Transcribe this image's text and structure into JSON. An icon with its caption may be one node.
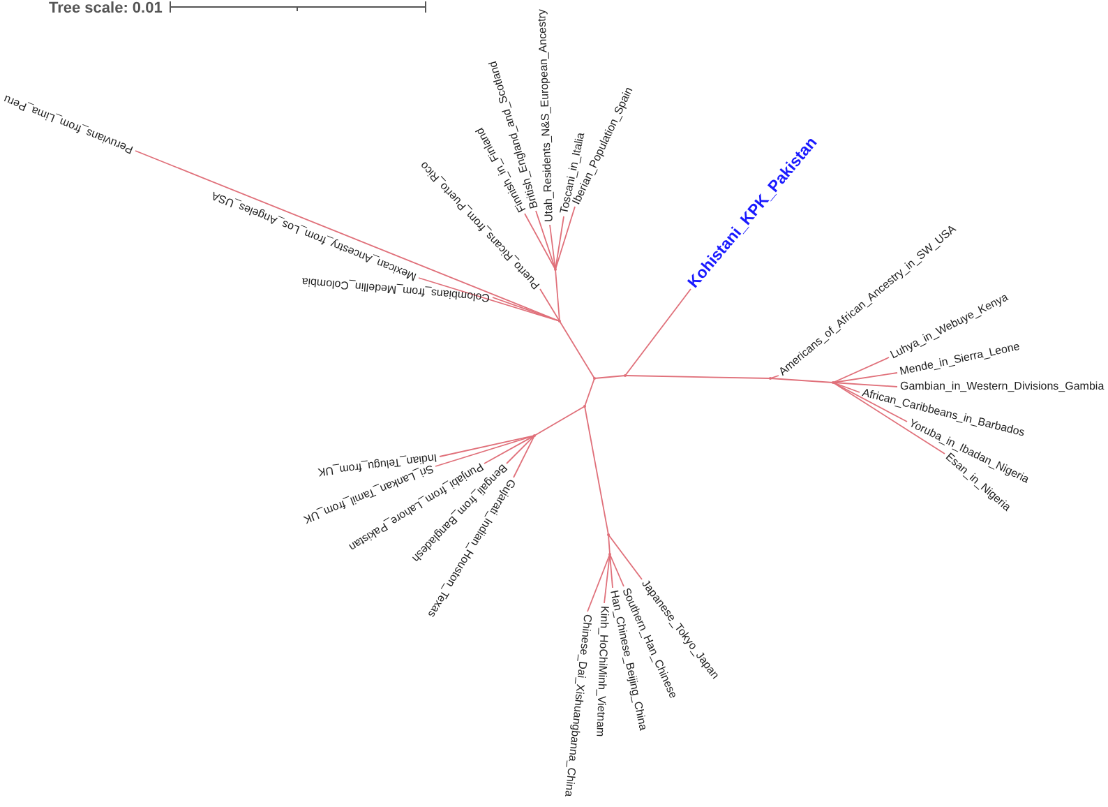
{
  "diagram": {
    "nodes": [
      {
        "text": [
          "Peruvians_from_Lima_Peru"
        ]
      },
      {
        "text": [
          "Mexican_Ancestry_from_Los_Angeles_USA"
        ]
      },
      {
        "text": [
          "Colombians_from_Medellin_Colombia"
        ]
      },
      {
        "text": [
          "Puerto_Ricans_from_Puerto_Rico"
        ]
      },
      {
        "text": [
          "Finnish_in_Finland"
        ]
      },
      {
        "text": [
          "British_England_and_Scotland"
        ]
      },
      {
        "text": [
          "Utah_Residents_N&S_European_Ancestry"
        ]
      },
      {
        "text": [
          "Toscani_in_Italia"
        ]
      },
      {
        "text": [
          "Iberian_Population_Spain"
        ]
      },
      {
        "text": [
          "Kohistani_KPK_Pakistan"
        ]
      },
      {
        "text": [
          "Americans_of_African_Ancestry_in_SW_USA"
        ]
      },
      {
        "text": [
          "Luhya_in_Webuye_Kenya"
        ]
      },
      {
        "text": [
          "Mende_in_Sierra_Leone"
        ]
      },
      {
        "text": [
          "Gambian_in_Western_Divisions_Gambia"
        ]
      },
      {
        "text": [
          "African_Caribbeans_in_Barbados"
        ]
      },
      {
        "text": [
          "Yoruba_in_Ibadan_Nigeria"
        ]
      },
      {
        "text": [
          "Esan_in_Nigeria"
        ]
      },
      {
        "text": [
          "Indian_Telugu_from_UK"
        ]
      },
      {
        "text": [
          "Sri_Lankan_Tamil_from_UK"
        ]
      },
      {
        "text": [
          "Punjabi_from_Lahore_Pakistan"
        ]
      },
      {
        "text": [
          "Bengali_from_Bangladesh"
        ]
      },
      {
        "text": [
          "Gujarati_Indian_Houston_Texas"
        ]
      },
      {
        "text": [
          "Japanese_Tokyo_Japan"
        ]
      },
      {
        "text": [
          "Southern_Han_Chinese"
        ]
      },
      {
        "text": [
          "Han_Chinese_Beijing_China"
        ]
      },
      {
        "text": [
          "Kinh_HoChiMinh_Vietnam"
        ]
      },
      {
        "text": [
          "Chinese_Dai_Xishuangbanna_China"
        ]
      },
      {
        "text": [],
        "shape": "point"
      },
      {
        "text": [],
        "shape": "point"
      },
      {
        "text": [],
        "shape": "point"
      },
      {
        "text": [],
        "shape": "point"
      },
      {
        "text": [],
        "shape": "point"
      },
      {
        "text": [],
        "shape": "point"
      },
      {
        "text": [],
        "shape": "point"
      },
      {
        "text": [],
        "shape": "point"
      },
      {
        "text": [],
        "shape": "point"
      },
      {
        "text": [],
        "shape": "point"
      }
    ],
    "edges": [
      {
        "from": 31,
        "to": 34,
        "arrow": "none"
      },
      {
        "from": 31,
        "to": 29,
        "arrow": "none"
      },
      {
        "from": 31,
        "to": 30,
        "arrow": "none"
      },
      {
        "from": 34,
        "to": 9,
        "arrow": "none"
      },
      {
        "from": 34,
        "to": 35,
        "arrow": "none"
      },
      {
        "from": 35,
        "to": 10,
        "arrow": "none"
      },
      {
        "from": 35,
        "to": 36,
        "arrow": "none"
      },
      {
        "from": 36,
        "to": 11,
        "arrow": "none"
      },
      {
        "from": 36,
        "to": 12,
        "arrow": "none"
      },
      {
        "from": 36,
        "to": 13,
        "arrow": "none"
      },
      {
        "from": 36,
        "to": 14,
        "arrow": "none"
      },
      {
        "from": 36,
        "to": 15,
        "arrow": "none"
      },
      {
        "from": 36,
        "to": 16,
        "arrow": "none"
      },
      {
        "from": 29,
        "to": 0,
        "arrow": "none"
      },
      {
        "from": 29,
        "to": 1,
        "arrow": "none"
      },
      {
        "from": 29,
        "to": 2,
        "arrow": "none"
      },
      {
        "from": 29,
        "to": 3,
        "arrow": "none"
      },
      {
        "from": 29,
        "to": 28,
        "arrow": "none"
      },
      {
        "from": 28,
        "to": 4,
        "arrow": "none"
      },
      {
        "from": 28,
        "to": 5,
        "arrow": "none"
      },
      {
        "from": 28,
        "to": 6,
        "arrow": "none"
      },
      {
        "from": 28,
        "to": 7,
        "arrow": "none"
      },
      {
        "from": 28,
        "to": 8,
        "arrow": "none"
      },
      {
        "from": 30,
        "to": 27,
        "arrow": "none"
      },
      {
        "from": 30,
        "to": 32,
        "arrow": "none"
      },
      {
        "from": 27,
        "to": 17,
        "arrow": "none"
      },
      {
        "from": 27,
        "to": 18,
        "arrow": "none"
      },
      {
        "from": 27,
        "to": 19,
        "arrow": "none"
      },
      {
        "from": 27,
        "to": 20,
        "arrow": "none"
      },
      {
        "from": 27,
        "to": 21,
        "arrow": "none"
      },
      {
        "from": 32,
        "to": 22,
        "arrow": "none"
      },
      {
        "from": 32,
        "to": 33,
        "arrow": "none"
      },
      {
        "from": 33,
        "to": 23,
        "arrow": "none"
      },
      {
        "from": 33,
        "to": 24,
        "arrow": "none"
      },
      {
        "from": 33,
        "to": 25,
        "arrow": "none"
      },
      {
        "from": 33,
        "to": 26,
        "arrow": "none"
      }
    ],
    "labels": [
      "Tree scale: 0.01"
    ]
  }
}
